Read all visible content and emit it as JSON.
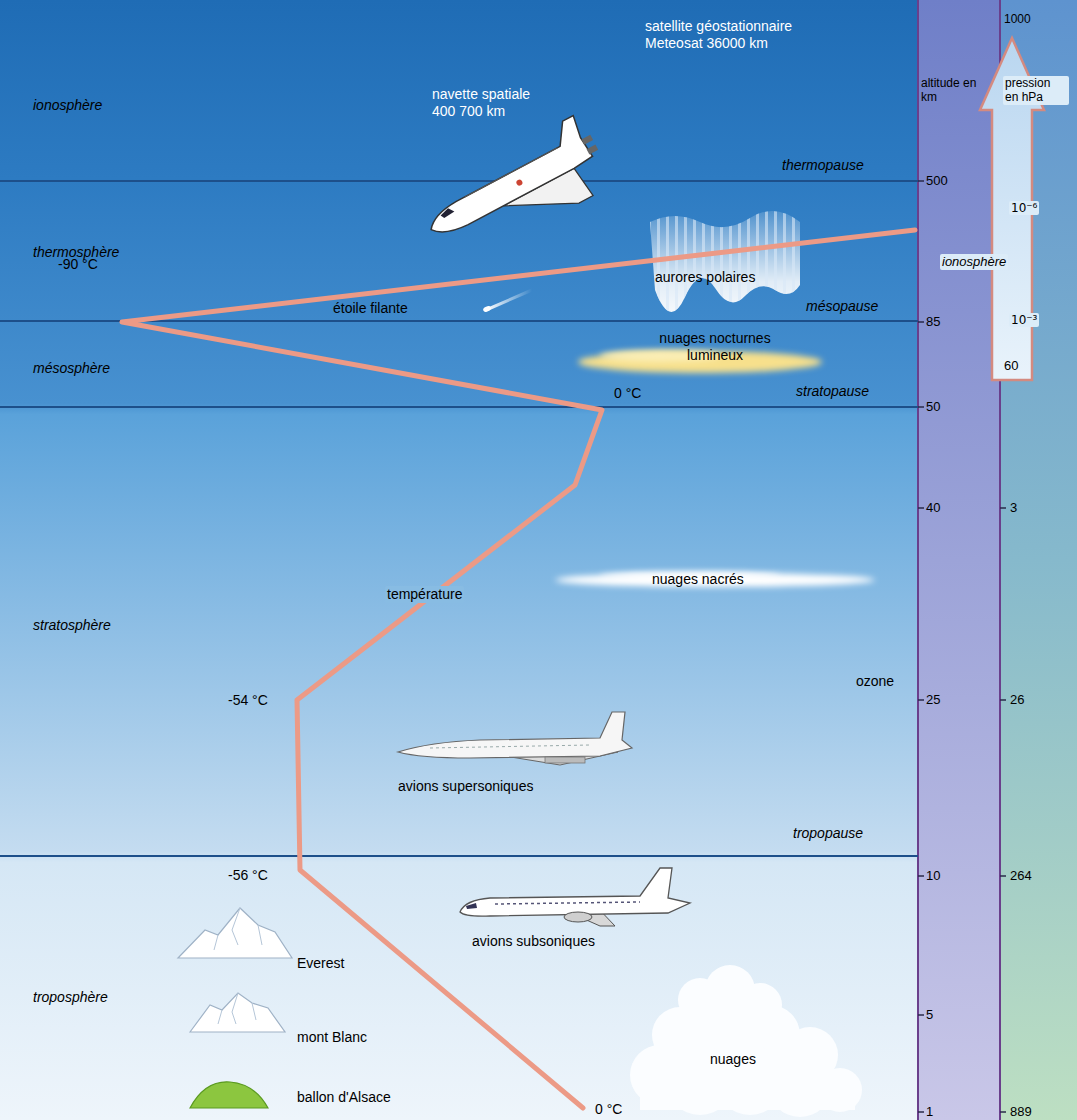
{
  "diagram": {
    "nodes": [
      {
        "text": [
          "ionosphère"
        ]
      },
      {
        "text": [
          "thermosphère"
        ]
      },
      {
        "text": [
          "mésosphère"
        ]
      },
      {
        "text": [
          "stratosphère"
        ]
      },
      {
        "text": [
          "troposphère"
        ]
      }
    ],
    "labels": [
      "satellite géostationnaire Meteosat 36000 km",
      "navette spatiale 400 700 km",
      "altitude en km",
      "pression en hPa",
      "1000",
      "thermopause",
      "500",
      "10⁻⁶",
      "aurores polaires",
      "ionosphère",
      "-90 °C",
      "étoile filante",
      "mésopause",
      "85",
      "10⁻³",
      "nuages nocturnes lumineux",
      "60",
      "stratopause",
      "0 °C",
      "50",
      "40",
      "3",
      "nuages nacrés",
      "température",
      "ozone",
      "-54 °C",
      "25",
      "26",
      "avions supersoniques",
      "tropopause",
      "-56 °C",
      "10",
      "264",
      "avions subsoniques",
      "Everest",
      "mont Blanc",
      "5",
      "nuages",
      "ballon d'Alsace",
      "0 °C",
      "1",
      "889"
    ]
  }
}
